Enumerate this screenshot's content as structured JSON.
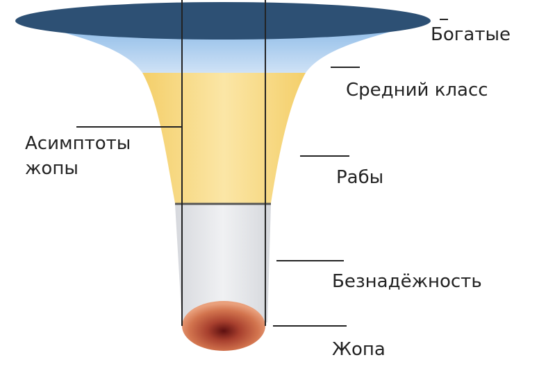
{
  "labels": {
    "rich": "Богатые",
    "middle": "Средний класс",
    "asymptote_line1": "Асимптоты",
    "asymptote_line2": "жопы",
    "slaves": "Рабы",
    "hopeless": "Безнадёжность",
    "bottom": "Жопа"
  },
  "colors": {
    "rich": "#2d5074",
    "middle": "#a9cdf0",
    "slaves": "#f7d680",
    "hopeless": "#e4e6ea",
    "bottom": "#c8613f"
  }
}
